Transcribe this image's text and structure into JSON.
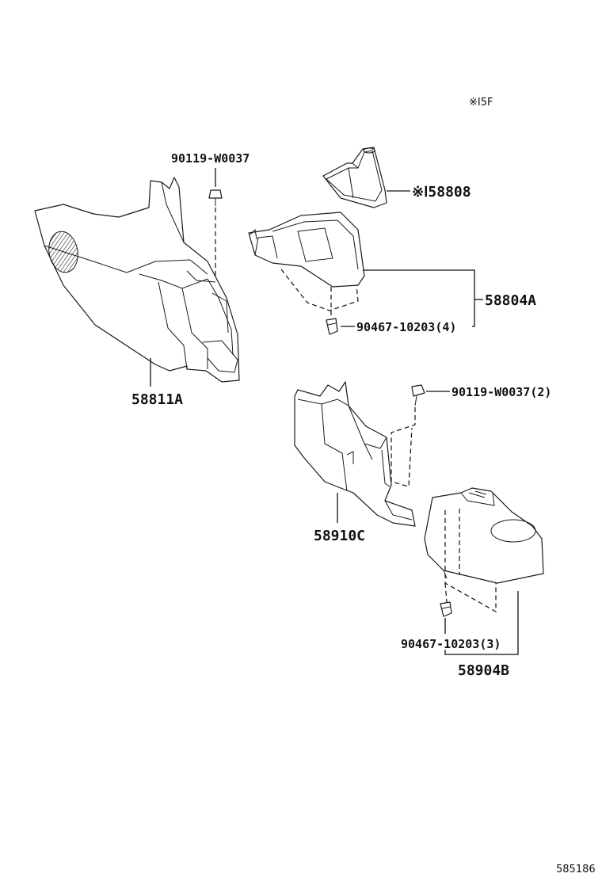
{
  "note": "※Ⅰ5F",
  "diagram_id": "585186",
  "parts": {
    "p58808": "※Ⅰ58808",
    "p58804A": "58804A",
    "p90467_a": "90467-10203(4)",
    "p90119_top": "90119-W0037",
    "p58811A": "58811A",
    "p90119_2": "90119-W0037(2)",
    "p58910C": "58910C",
    "p90467_b": "90467-10203(3)",
    "p58904B": "58904B"
  },
  "colors": {
    "line": "#1a1a1a",
    "background": "#ffffff"
  }
}
